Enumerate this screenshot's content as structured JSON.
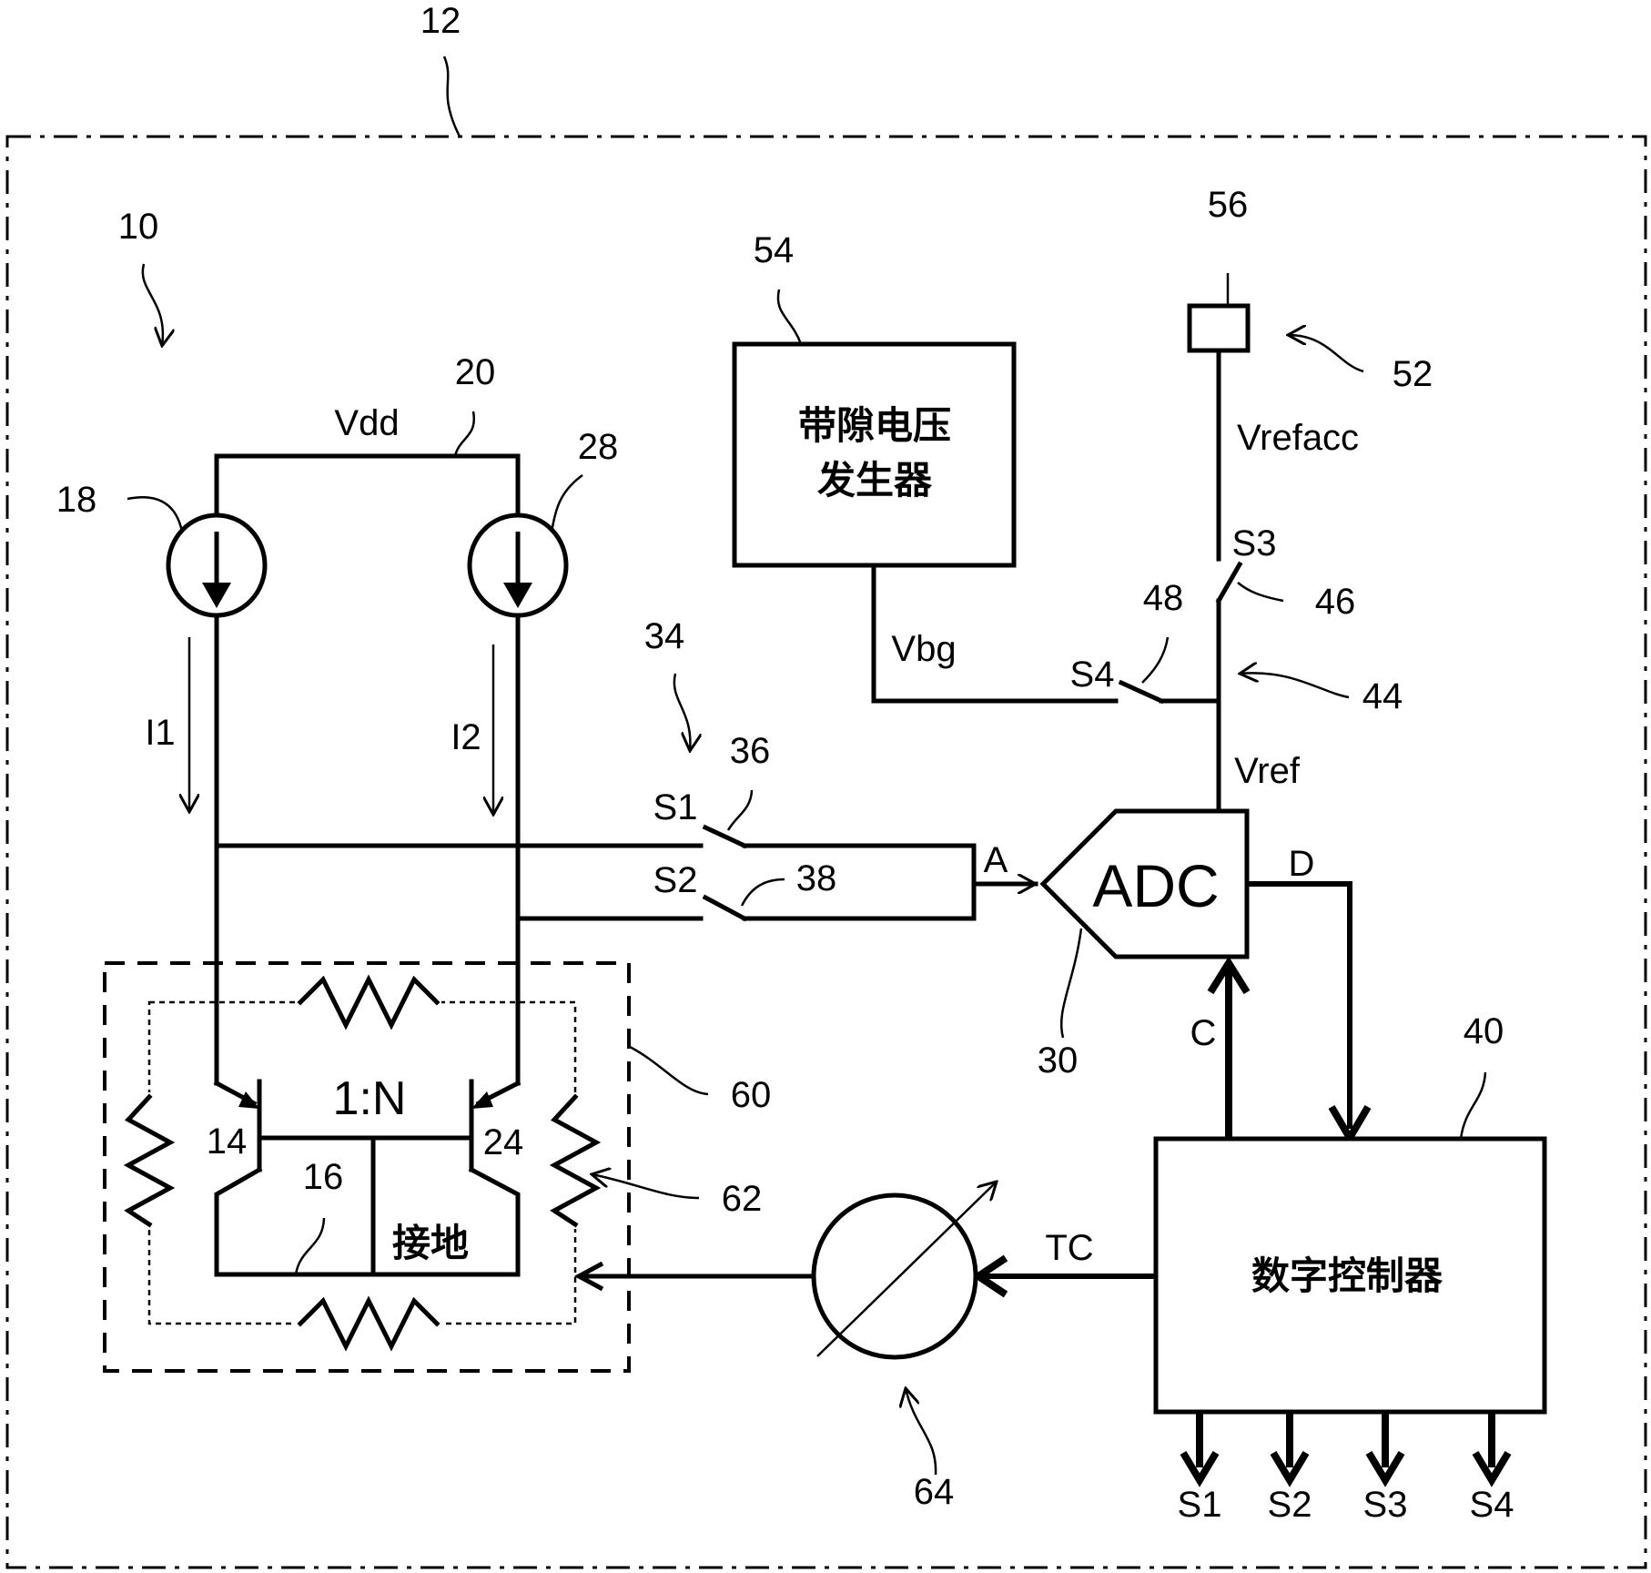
{
  "refs": {
    "r10": "10",
    "r12": "12",
    "r14": "14",
    "r16": "16",
    "r18": "18",
    "r20": "20",
    "r24": "24",
    "r28": "28",
    "r30": "30",
    "r34": "34",
    "r36": "36",
    "r38": "38",
    "r40": "40",
    "r44": "44",
    "r46": "46",
    "r48": "48",
    "r52": "52",
    "r54": "54",
    "r56": "56",
    "r60": "60",
    "r62": "62",
    "r64": "64"
  },
  "signals": {
    "vdd": "Vdd",
    "i1": "I1",
    "i2": "I2",
    "vbg": "Vbg",
    "vref": "Vref",
    "vrefacc": "Vrefacc",
    "a": "A",
    "d": "D",
    "c": "C",
    "tc": "TC",
    "ratio": "1:N"
  },
  "switches": {
    "s1": "S1",
    "s2": "S2",
    "s3": "S3",
    "s4": "S4"
  },
  "blocks": {
    "adc": "ADC",
    "bandgap_line1": "带隙电压",
    "bandgap_line2": "发生器",
    "controller": "数字控制器",
    "ground": "接地"
  },
  "outputs": [
    "S1",
    "S2",
    "S3",
    "S4"
  ]
}
